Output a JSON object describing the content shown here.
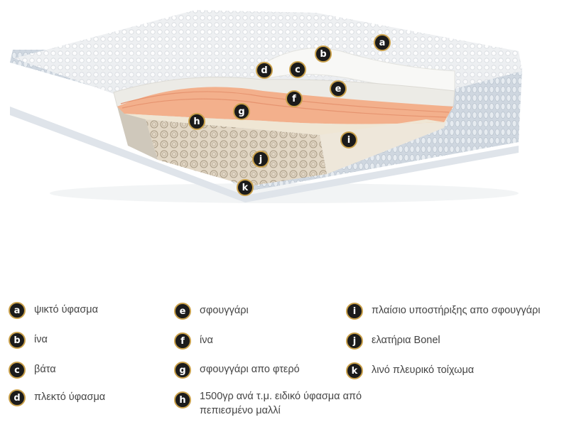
{
  "markers": [
    {
      "key": "a",
      "label": "a"
    },
    {
      "key": "b",
      "label": "b"
    },
    {
      "key": "c",
      "label": "c"
    },
    {
      "key": "d",
      "label": "d"
    },
    {
      "key": "e",
      "label": "e"
    },
    {
      "key": "f",
      "label": "f"
    },
    {
      "key": "g",
      "label": "g"
    },
    {
      "key": "h",
      "label": "h"
    },
    {
      "key": "i",
      "label": "i"
    },
    {
      "key": "j",
      "label": "j"
    },
    {
      "key": "k",
      "label": "k"
    }
  ],
  "legend": [
    {
      "letter": "a",
      "text": "ψικτό ύφασμα"
    },
    {
      "letter": "b",
      "text": "ίνα"
    },
    {
      "letter": "c",
      "text": "βάτα"
    },
    {
      "letter": "d",
      "text": "πλεκτό ύφασμα"
    },
    {
      "letter": "e",
      "text": "σφουγγάρι"
    },
    {
      "letter": "f",
      "text": "ίνα"
    },
    {
      "letter": "g",
      "text": "σφουγγάρι απο φτερό"
    },
    {
      "letter": "h",
      "text": "1500γρ ανά τ.μ. ειδικό ύφασμα από πεπιεσμένο μαλλί"
    },
    {
      "letter": "i",
      "text": "πλαίσιο υποστήριξης απο σφουγγάρι"
    },
    {
      "letter": "j",
      "text": "ελατήρια Bonel"
    },
    {
      "letter": "k",
      "text": "λινό πλευρικό τοίχωμα"
    }
  ],
  "colors": {
    "badge_fill": "#1b1b1b",
    "badge_ring": "#c9a04a",
    "legend_text": "#444444",
    "foam_orange": "#f3b08c",
    "fabric": "#e9ecef"
  },
  "icons": {
    "figure": "mattress-cross-section-illustration"
  }
}
